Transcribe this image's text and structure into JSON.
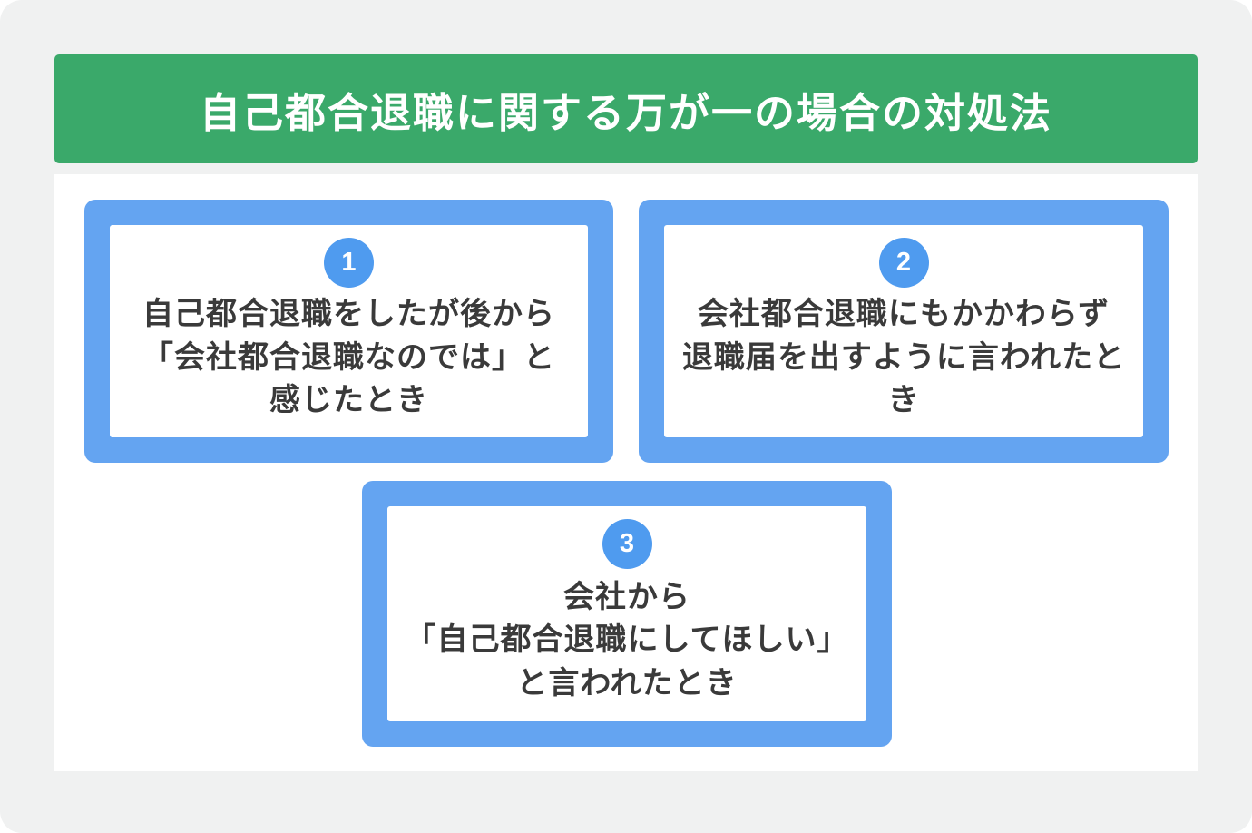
{
  "header": {
    "title": "自己都合退職に関する万が一の場合の対処法"
  },
  "cards": [
    {
      "number": "1",
      "text": "自己都合退職をしたが後から\n「会社都合退職なのでは」と\n感じたとき"
    },
    {
      "number": "2",
      "text": "会社都合退職にもかかわらず\n退職届を出すように言われたとき"
    },
    {
      "number": "3",
      "text": "会社から\n「自己都合退職にしてほしい」\nと言われたとき"
    }
  ],
  "colors": {
    "canvas_background": "#f0f1f1",
    "header_background": "#3aa96a",
    "header_text": "#ffffff",
    "card_frame": "#64a4f1",
    "badge_background": "#4f9bef",
    "body_text": "#3a3a3a",
    "panel_background": "#ffffff"
  }
}
